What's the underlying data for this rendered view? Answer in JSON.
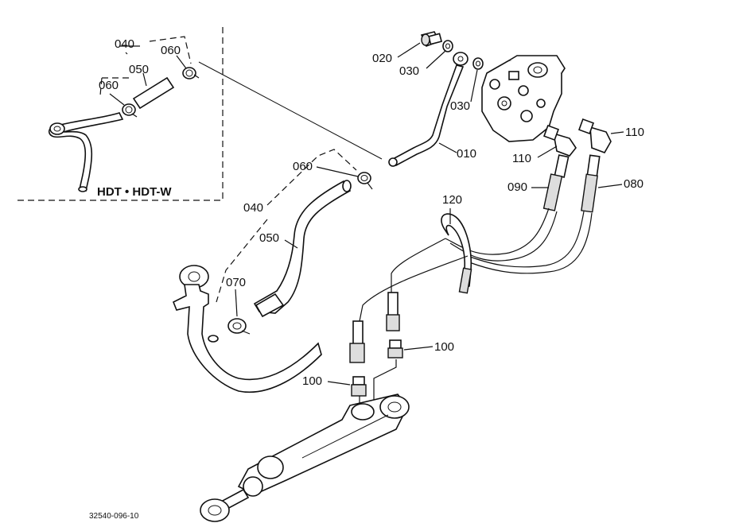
{
  "labels": {
    "p020": "020",
    "p030a": "030",
    "p030b": "030",
    "p010": "010",
    "p110a": "110",
    "p110b": "110",
    "p090": "090",
    "p080": "080",
    "p120": "120",
    "p060_main": "060",
    "p040_main": "040",
    "p050_main": "050",
    "p070": "070",
    "p100a": "100",
    "p100b": "100",
    "p040_inset": "040",
    "p050_inset": "050",
    "p060_inset_a": "060",
    "p060_inset_b": "060"
  },
  "inset": {
    "caption": "HDT • HDT-W"
  },
  "figure_code": "32540-096-10"
}
